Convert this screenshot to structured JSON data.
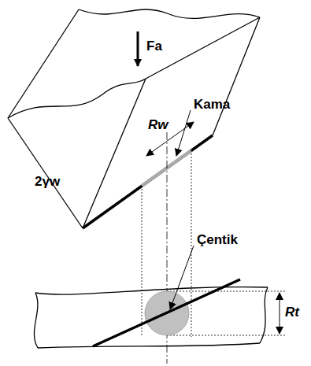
{
  "diagram": {
    "labels": [
      "Fa",
      "Rw",
      "Kama",
      "2γw",
      "Çentik",
      "Rt"
    ]
  }
}
